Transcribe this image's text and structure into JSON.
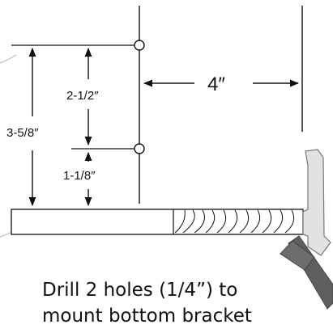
{
  "dimensions": {
    "hole_spacing": "2-1/2″",
    "total_height": "3-5/8″",
    "bottom_offset": "1-1/8″",
    "horizontal_offset": "4″"
  },
  "caption": {
    "line1": "Drill 2 holes (1/4”) to",
    "line2": "mount bottom bracket"
  },
  "colors": {
    "line": "#111111",
    "bracket_fill": "#e2e2e2",
    "bracket_stroke": "#777777",
    "clamp_fill": "#5f5f5f"
  }
}
